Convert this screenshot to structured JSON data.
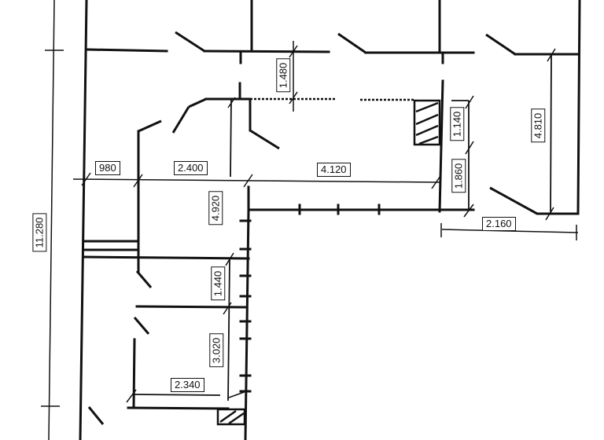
{
  "plan": {
    "title": "",
    "dimensions": {
      "total_height": "11.280",
      "corridor_left_width": "980",
      "room_width_2400": "2.400",
      "hall_length": "4.120",
      "passage_height": "1.480",
      "niche_height": "1.140",
      "door_gap_height": "1.860",
      "right_room_height": "4.810",
      "right_room_width": "2.160",
      "room_height_4920": "4.920",
      "bath_height": "1.440",
      "wc_height": "3.020",
      "wc_width": "2.340"
    }
  }
}
